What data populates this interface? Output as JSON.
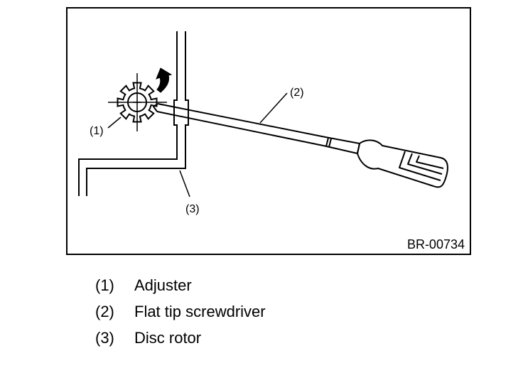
{
  "figure": {
    "reference_code": "BR-00734",
    "callouts": {
      "adjuster": "(1)",
      "screwdriver": "(2)",
      "disc_rotor": "(3)"
    }
  },
  "legend": {
    "items": [
      {
        "number": "(1)",
        "label": "Adjuster"
      },
      {
        "number": "(2)",
        "label": "Flat tip screwdriver"
      },
      {
        "number": "(3)",
        "label": "Disc rotor"
      }
    ]
  },
  "colors": {
    "line": "#000000",
    "background": "#ffffff"
  },
  "icons": {
    "rotation_arrow": "curved-arrow-icon",
    "adjuster": "star-wheel-icon"
  }
}
